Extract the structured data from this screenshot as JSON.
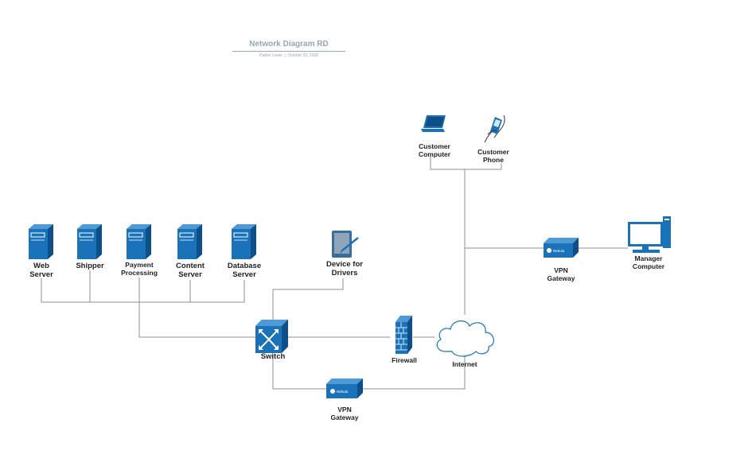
{
  "header": {
    "title": "Network Diagram RD",
    "author": "Paden Lewis",
    "date": "October 23, 2020"
  },
  "colors": {
    "device": "#1a73b8",
    "device_dark": "#0d4f86",
    "line": "#8f8f8f"
  },
  "nodes": {
    "web_server": {
      "line1": "Web",
      "line2": "Server",
      "icon": "server-icon"
    },
    "shipper": {
      "line1": "Shipper",
      "icon": "server-icon"
    },
    "payment": {
      "line1": "Payment",
      "line2": "Processing",
      "icon": "server-icon"
    },
    "content": {
      "line1": "Content",
      "line2": "Server",
      "icon": "server-icon"
    },
    "database": {
      "line1": "Database",
      "line2": "Server",
      "icon": "server-icon"
    },
    "driver_device": {
      "line1": "Device for",
      "line2": "Drivers",
      "icon": "tablet-icon"
    },
    "customer_computer": {
      "line1": "Customer",
      "line2": "Computer",
      "icon": "laptop-icon"
    },
    "customer_phone": {
      "line1": "Customer",
      "line2": "Phone",
      "icon": "phone-icon"
    },
    "vpn_right": {
      "line1": "VPN",
      "line2": "Gateway",
      "icon": "vpn-gateway-icon",
      "device_text": "Nebula"
    },
    "manager": {
      "line1": "Manager",
      "line2": "Computer",
      "icon": "monitor-icon"
    },
    "switch": {
      "line1": "Switch",
      "icon": "switch-icon"
    },
    "firewall": {
      "line1": "Firewall",
      "icon": "firewall-icon"
    },
    "internet": {
      "line1": "Internet",
      "icon": "cloud-icon"
    },
    "vpn_bottom": {
      "line1": "VPN",
      "line2": "Gateway",
      "icon": "vpn-gateway-icon",
      "device_text": "Nebula"
    }
  }
}
